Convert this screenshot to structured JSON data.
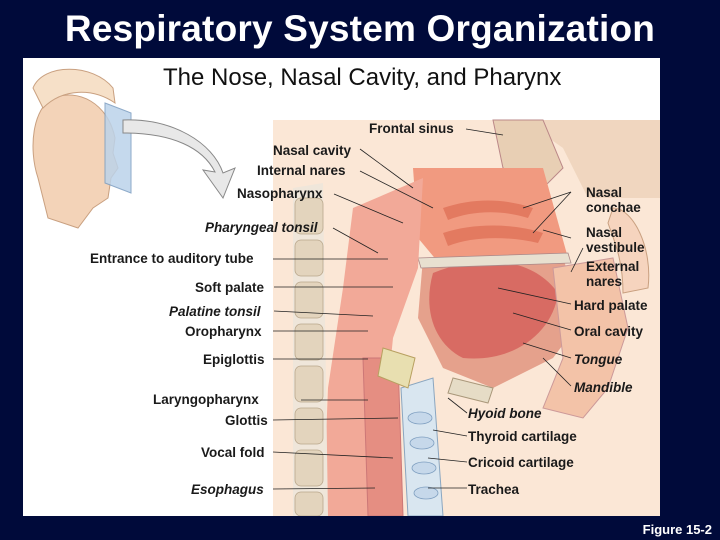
{
  "slide": {
    "title": "Respiratory System Organization",
    "subtitle": "The Nose, Nasal Cavity, and Pharynx",
    "figure_label": "Figure 15-2"
  },
  "labels": {
    "frontal_sinus": "Frontal sinus",
    "nasal_cavity": "Nasal cavity",
    "internal_nares": "Internal nares",
    "nasopharynx": "Nasopharynx",
    "pharyngeal_tonsil": "Pharyngeal tonsil",
    "entrance_auditory_tube": "Entrance to auditory tube",
    "soft_palate": "Soft palate",
    "palatine_tonsil": "Palatine tonsil",
    "oropharynx": "Oropharynx",
    "epiglottis": "Epiglottis",
    "laryngopharynx": "Laryngopharynx",
    "glottis": "Glottis",
    "vocal_fold": "Vocal fold",
    "esophagus": "Esophagus",
    "nasal_conchae_1": "Nasal",
    "nasal_conchae_2": "conchae",
    "nasal_vestibule_1": "Nasal",
    "nasal_vestibule_2": "vestibule",
    "external_nares_1": "External",
    "external_nares_2": "nares",
    "hard_palate": "Hard palate",
    "oral_cavity": "Oral cavity",
    "tongue": "Tongue",
    "mandible": "Mandible",
    "hyoid_bone": "Hyoid bone",
    "thyroid_cartilage": "Thyroid cartilage",
    "cricoid_cartilage": "Cricoid cartilage",
    "trachea": "Trachea"
  }
}
